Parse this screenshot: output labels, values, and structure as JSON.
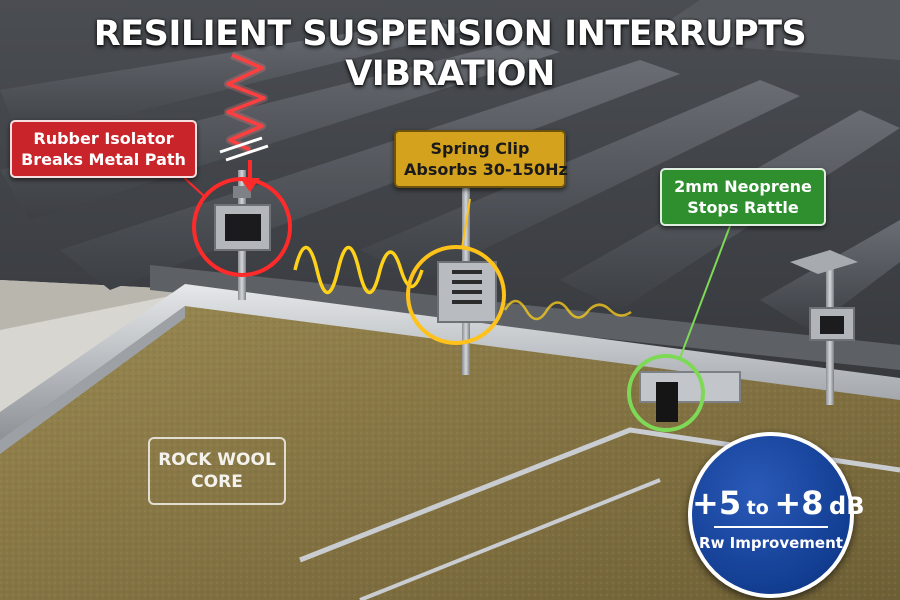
{
  "title": "RESILIENT SUSPENSION INTERRUPTS VIBRATION",
  "callouts": {
    "rubber_isolator": {
      "line1": "Rubber Isolator",
      "line2": "Breaks Metal Path",
      "color": "#c8242a"
    },
    "spring_clip": {
      "line1": "Spring Clip",
      "line2": "Absorbs 30-150Hz",
      "color": "#d4a21c"
    },
    "neoprene": {
      "line1": "2mm Neoprene",
      "line2": "Stops Rattle",
      "color": "#2f8f2f"
    }
  },
  "core_label": {
    "line1": "ROCK WOOL",
    "line2": "CORE"
  },
  "badge": {
    "value_low": "+5",
    "connector": "to",
    "value_high": "+8",
    "unit": "dB",
    "caption": "Rw Improvement",
    "color": "#123e92"
  },
  "colors": {
    "vibration_input": "#ff2a2a",
    "vibration_wave": "#ffd21a",
    "rock_wool": "#8a7a44"
  }
}
